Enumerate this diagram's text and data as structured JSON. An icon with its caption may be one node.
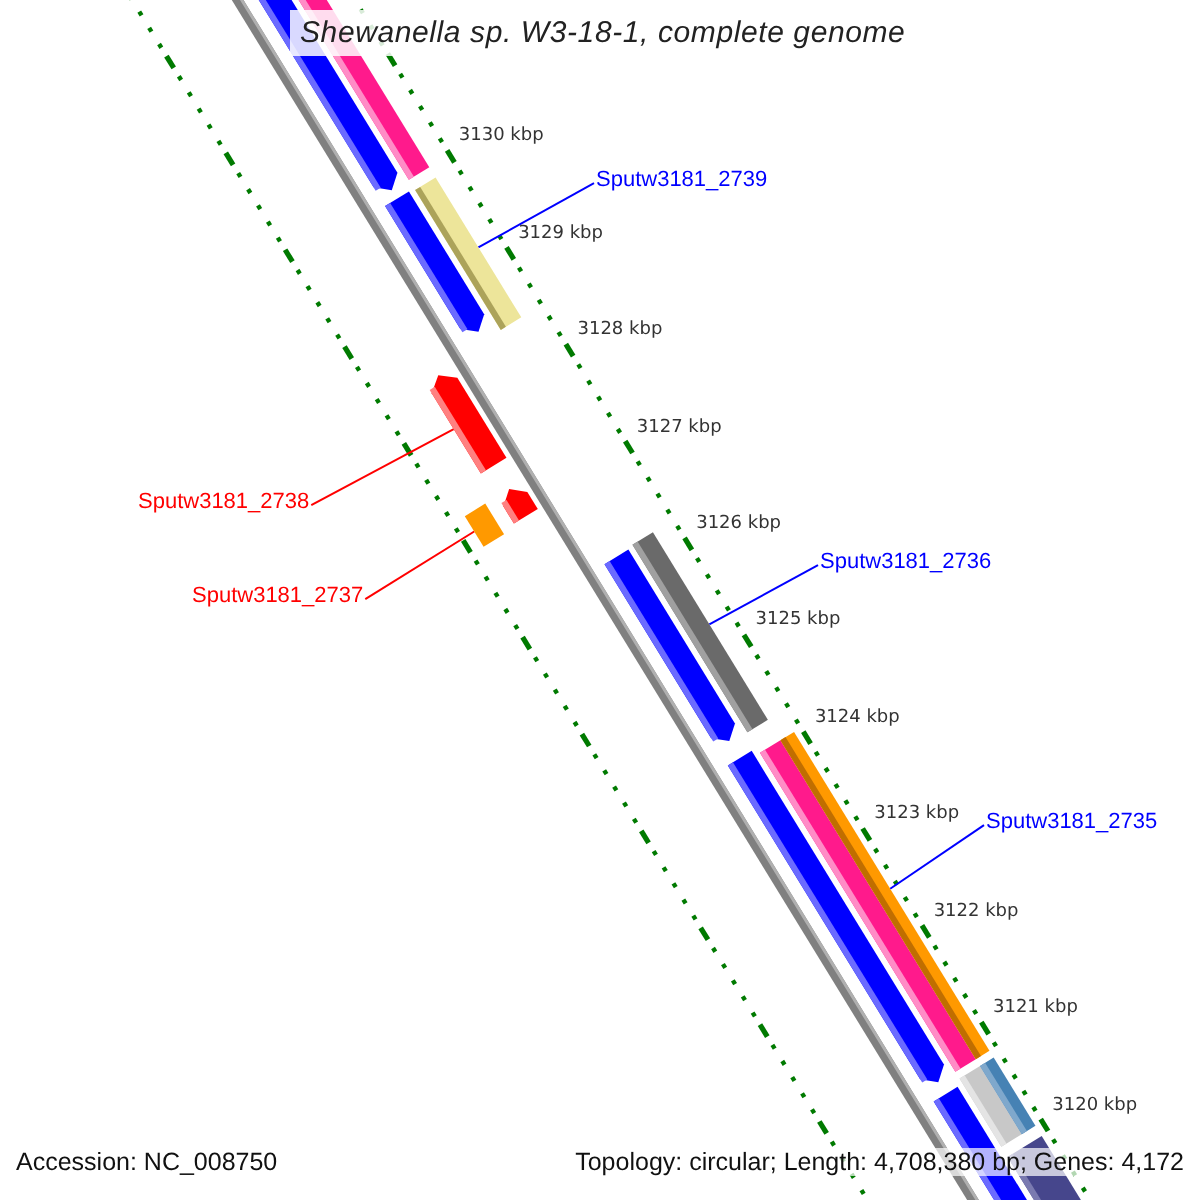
{
  "diagram": {
    "title": "Shewanella sp. W3-18-1, complete genome",
    "nodes": [
      {
        "text": [
          "Sputw3181_2739"
        ]
      },
      {
        "text": [],
        "shape": "bar"
      },
      {
        "text": [
          "Sputw3181_2738"
        ]
      },
      {
        "text": [],
        "shape": "bar"
      },
      {
        "text": [
          "Sputw3181_2737"
        ]
      },
      {
        "text": [],
        "shape": "box"
      },
      {
        "text": [
          "Sputw3181_2736"
        ]
      },
      {
        "text": [],
        "shape": "bar"
      },
      {
        "text": [
          "Sputw3181_2735"
        ]
      },
      {
        "text": [],
        "shape": "bar"
      }
    ],
    "edges": [
      {
        "from": 0,
        "to": 1,
        "arrow": "none"
      },
      {
        "from": 2,
        "to": 3,
        "arrow": "none",
        "color": "#ff0000"
      },
      {
        "from": 4,
        "to": 5,
        "arrow": "none",
        "color": "#ff0000"
      },
      {
        "from": 6,
        "to": 7,
        "arrow": "none"
      },
      {
        "from": 8,
        "to": 9,
        "arrow": "none"
      }
    ],
    "labels": [
      "3130 kbp",
      "3129 kbp",
      "3128 kbp",
      "3127 kbp",
      "3126 kbp",
      "3125 kbp",
      "3124 kbp",
      "3123 kbp",
      "3122 kbp",
      "3121 kbp",
      "3120 kbp",
      "Accession: NC_008750",
      "Topology: circular; Length: 4,708,380 bp; Genes: 4,172"
    ]
  }
}
